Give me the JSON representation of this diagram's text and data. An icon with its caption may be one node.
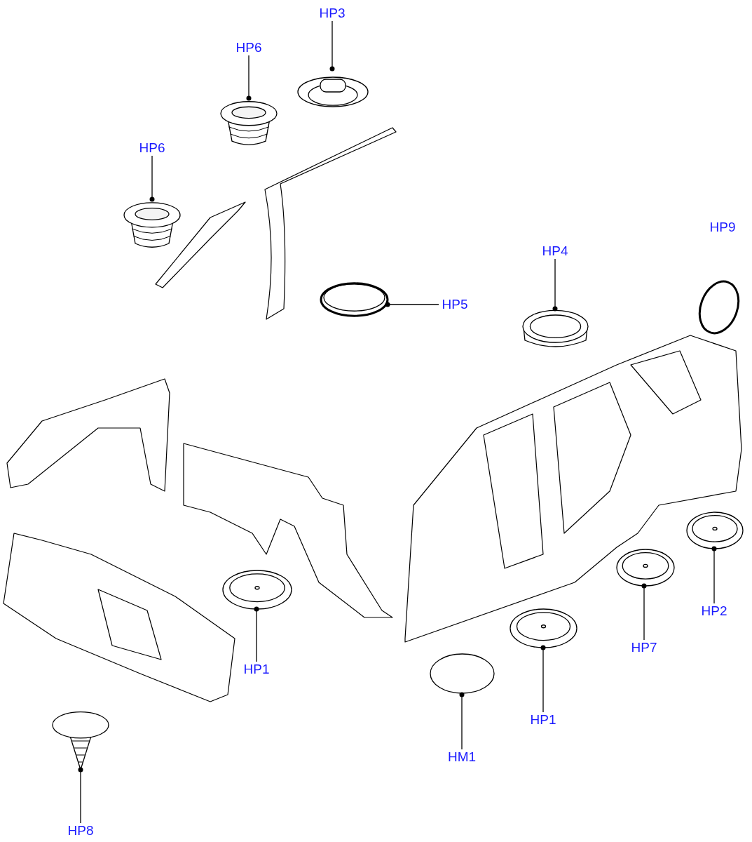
{
  "diagram": {
    "nodes": [
      {
        "text": [
          "HP3"
        ]
      },
      {
        "text": [],
        "shape": "picture"
      },
      {
        "text": [
          "HP6"
        ]
      },
      {
        "text": [],
        "shape": "picture"
      },
      {
        "text": [
          "HP6"
        ]
      },
      {
        "text": [],
        "shape": "picture"
      },
      {
        "text": [
          "HP4"
        ]
      },
      {
        "text": [],
        "shape": "picture"
      },
      {
        "text": [],
        "shape": "circle"
      },
      {
        "text": [
          "HP5"
        ]
      },
      {
        "text": [],
        "shape": "picture"
      },
      {
        "text": [
          "HP1"
        ]
      },
      {
        "text": [],
        "shape": "picture"
      },
      {
        "text": [
          "HP7"
        ]
      },
      {
        "text": [],
        "shape": "picture"
      },
      {
        "text": [
          "HP2"
        ]
      },
      {
        "text": [],
        "shape": "picture"
      },
      {
        "text": [
          "HP1"
        ]
      },
      {
        "text": [],
        "shape": "picture"
      },
      {
        "text": [
          "HM1"
        ]
      },
      {
        "text": [],
        "shape": "circle"
      },
      {
        "text": [
          "HP8"
        ]
      },
      {
        "text": [],
        "shape": "picture"
      }
    ],
    "edges": [
      {
        "from": 0,
        "to": 1,
        "arrow": "other"
      },
      {
        "from": 2,
        "to": 3,
        "arrow": "other"
      },
      {
        "from": 4,
        "to": 5,
        "arrow": "other"
      },
      {
        "from": 6,
        "to": 7,
        "arrow": "other"
      },
      {
        "from": 9,
        "to": 10,
        "arrow": "other"
      },
      {
        "from": 11,
        "to": 12,
        "arrow": "other"
      },
      {
        "from": 13,
        "to": 14,
        "arrow": "other"
      },
      {
        "from": 15,
        "to": 16,
        "arrow": "other"
      },
      {
        "from": 17,
        "to": 18,
        "arrow": "other"
      },
      {
        "from": 19,
        "to": 20,
        "arrow": "other"
      },
      {
        "from": 21,
        "to": 22,
        "arrow": "other"
      }
    ],
    "labels": [
      "HP9"
    ]
  }
}
